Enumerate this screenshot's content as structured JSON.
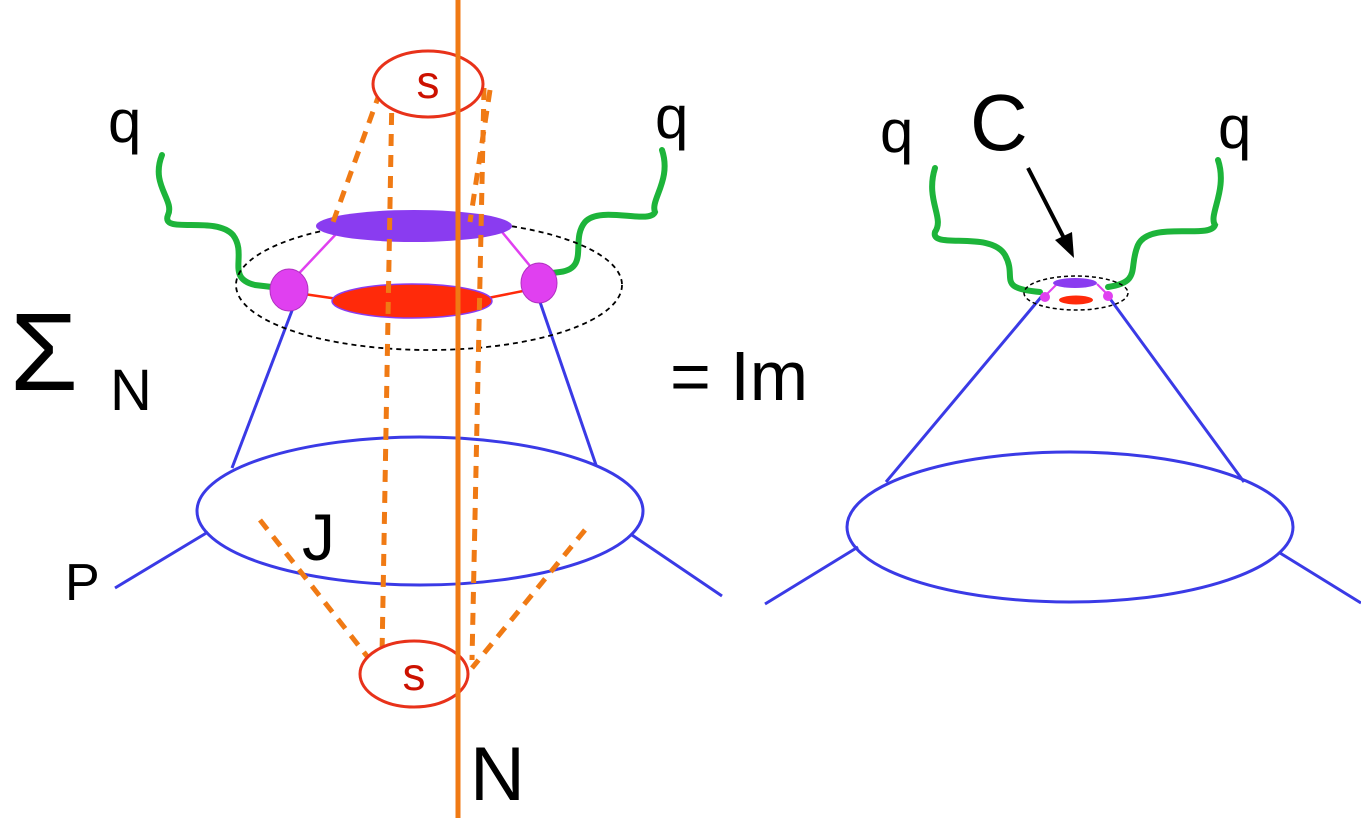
{
  "left_diagram": {
    "sum_symbol": "Σ",
    "sum_subscript": "N",
    "photon_left_label": "q",
    "photon_right_label": "q",
    "top_soft_label": "s",
    "bottom_soft_label": "s",
    "jet_label": "J",
    "proton_label": "P",
    "cut_label": "N"
  },
  "equals_text": "= Im",
  "right_diagram": {
    "photon_left_label": "q",
    "photon_right_label": "q",
    "core_label": "C"
  },
  "colors": {
    "photon": "#1db43a",
    "blue_lines": "#3a3ae6",
    "cut": "#f07a14",
    "soft_dashed": "#f07a14",
    "soft_circle": "#e8321a",
    "core_top": "#8a3cf0",
    "core_bottom": "#ff2a0a",
    "vertex": "#e040f0",
    "core_boundary": "#000000"
  }
}
